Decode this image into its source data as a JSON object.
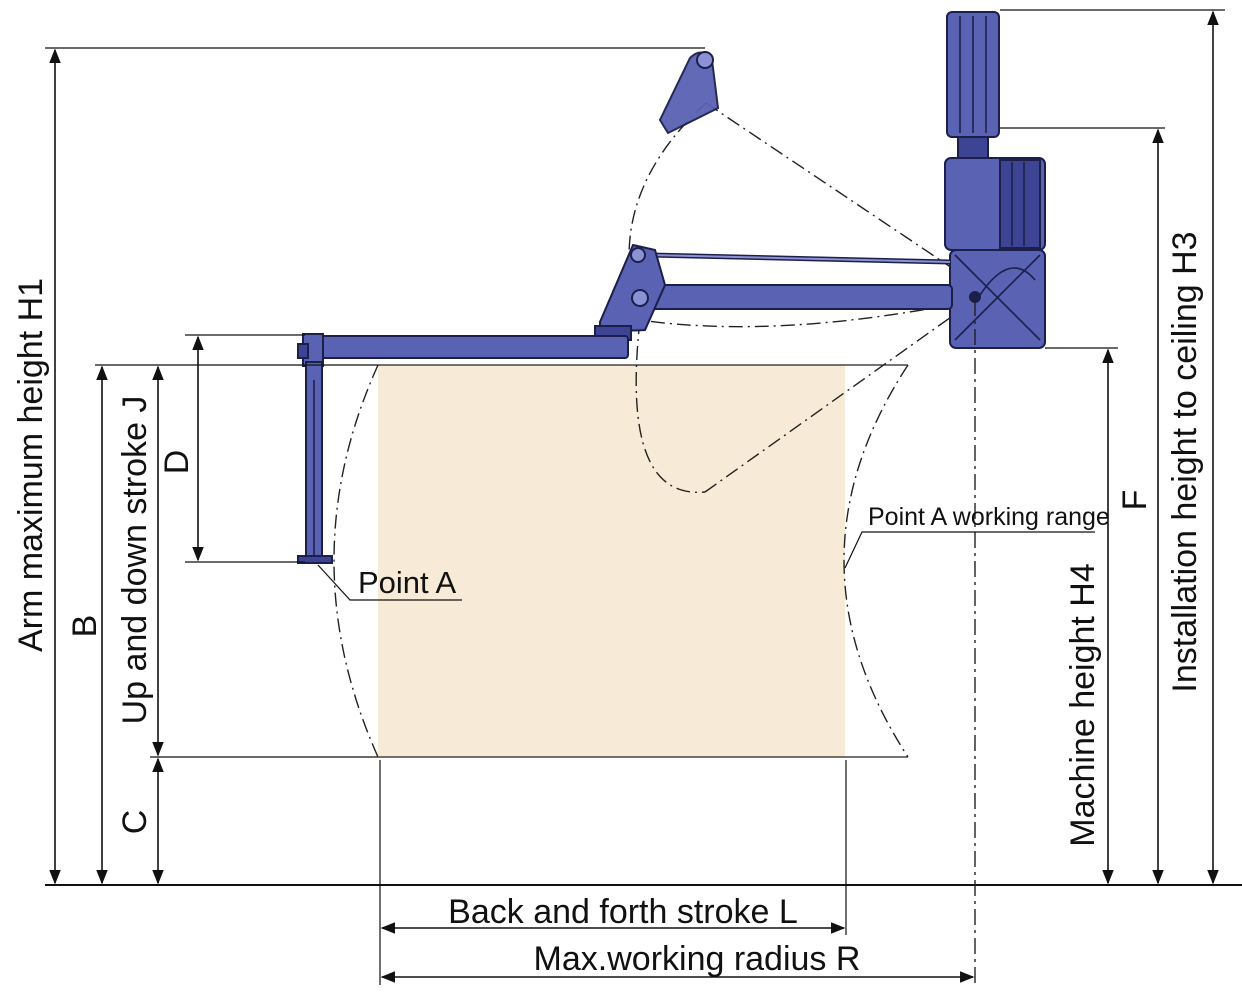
{
  "labels": {
    "arm_max_height": "Arm maximum height  H1",
    "b": "B",
    "up_down_stroke": "Up and down stroke  J",
    "c": "C",
    "d": "D",
    "point_a": "Point A",
    "point_a_range": "Point A working range",
    "machine_height": "Machine height  H4",
    "f": "F",
    "install_height": "Installation height to ceiling  H3",
    "back_forth_stroke": "Back and forth stroke  L",
    "max_radius": "Max.working radius  R"
  },
  "colors": {
    "machine_fill": "#5a62b4",
    "machine_outline": "#1b1f4a",
    "working_area": "#f7ebd7",
    "dimension_line": "#111111"
  }
}
